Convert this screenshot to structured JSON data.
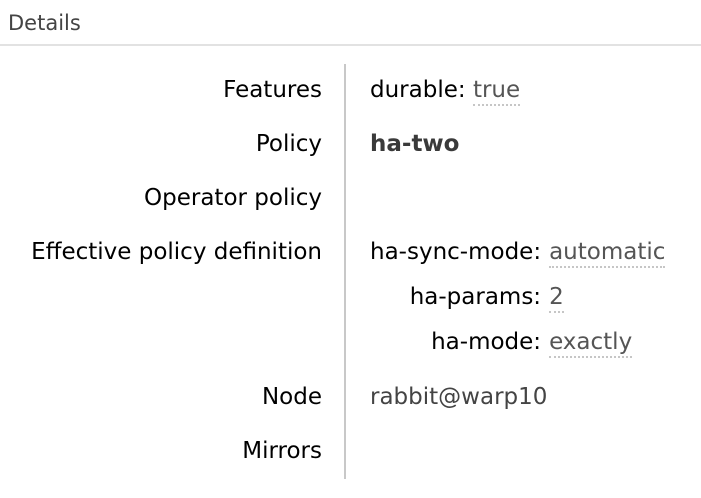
{
  "section": {
    "title": "Details"
  },
  "details": {
    "rows": [
      {
        "label": "Features",
        "pairs": [
          {
            "key": "durable:",
            "value": "true"
          }
        ]
      },
      {
        "label": "Policy",
        "value": "ha-two"
      },
      {
        "label": "Operator policy",
        "value": ""
      },
      {
        "label": "Effective policy definition",
        "pairs": [
          {
            "key": "ha-sync-mode:",
            "value": "automatic"
          },
          {
            "key": "ha-params:",
            "value": "2"
          },
          {
            "key": "ha-mode:",
            "value": "exactly"
          }
        ]
      },
      {
        "label": "Node",
        "value": "rabbit@warp10"
      },
      {
        "label": "Mirrors",
        "value": ""
      }
    ]
  },
  "colors": {
    "heading": "#444444",
    "label": "#000000",
    "value": "#444444",
    "policy_name": "#3a3a3a",
    "abbr_text": "#555555",
    "abbr_underline": "#c6c6c6",
    "divider": "#c8c8c8",
    "rule": "#e2e2e2",
    "background": "#ffffff"
  }
}
